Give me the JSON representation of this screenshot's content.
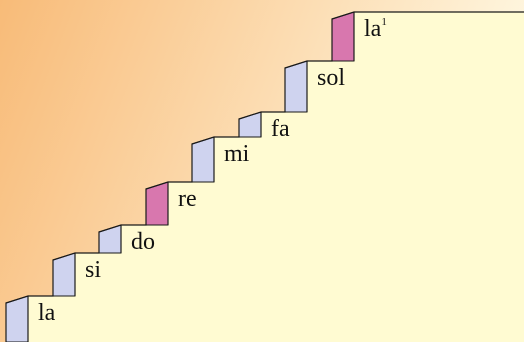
{
  "colors": {
    "background_left": "#f8bb78",
    "background_right": "#fff8e2",
    "staircase_fill": "#fffbd2",
    "riser_normal": "#cfd3ef",
    "riser_highlight": "#d877ae",
    "stroke": "#1a1a1a"
  },
  "steps": [
    {
      "label": "la",
      "sup": "",
      "highlighted": false
    },
    {
      "label": "si",
      "sup": "",
      "highlighted": false
    },
    {
      "label": "do",
      "sup": "",
      "highlighted": false
    },
    {
      "label": "re",
      "sup": "",
      "highlighted": true
    },
    {
      "label": "mi",
      "sup": "",
      "highlighted": false
    },
    {
      "label": "fa",
      "sup": "",
      "highlighted": false
    },
    {
      "label": "sol",
      "sup": "",
      "highlighted": false
    },
    {
      "label": "la",
      "sup": "1",
      "highlighted": true
    }
  ]
}
